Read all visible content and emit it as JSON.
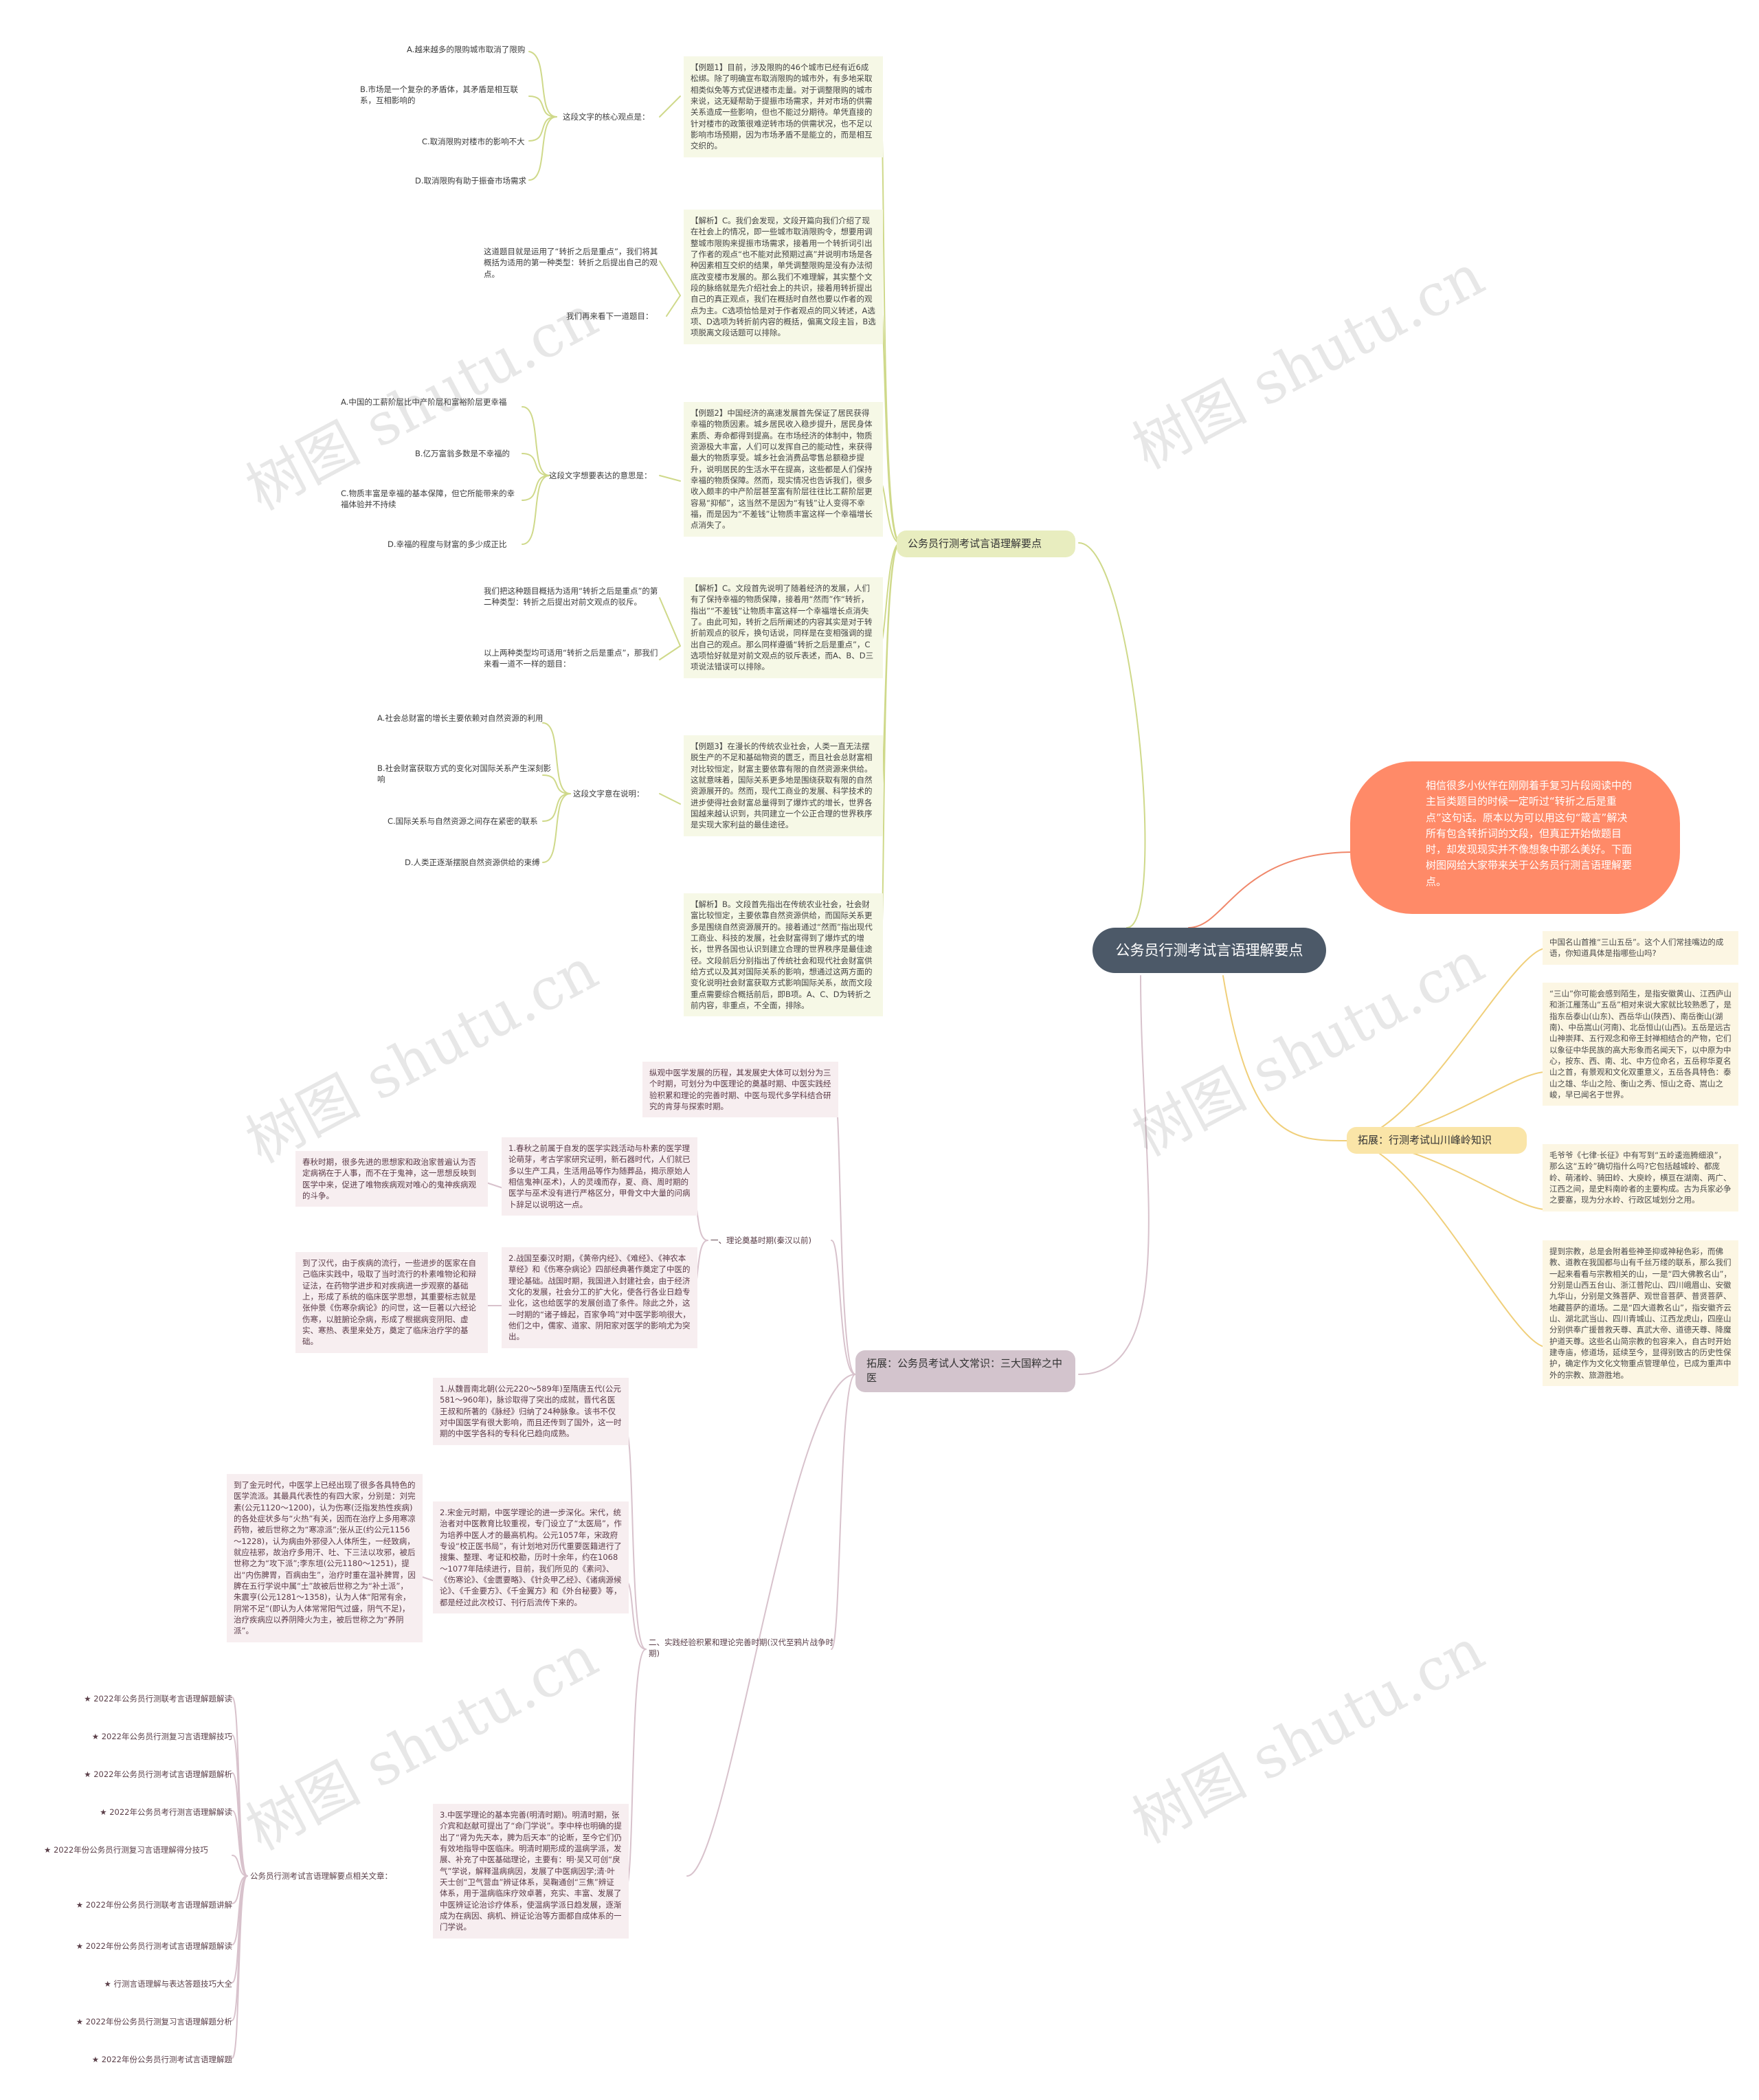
{
  "center": "公务员行测考试言语理解要点",
  "intro": "相信很多小伙伴在刚刚着手复习片段阅读中的主旨类题目的时候一定听过“转折之后是重点”这句话。原本以为可以用这句“箴言”解决所有包含转折词的文段，但真正开始做题目时，却发现现实并不像想象中那么美好。下面树图网给大家带来关于公务员行测言语理解要点。",
  "branch1": {
    "title": "公务员行测考试言语理解要点",
    "ex1": {
      "text": "【例题1】目前，涉及限购的46个城市已经有近6成松绑。除了明确宣布取消限购的城市外，有多地采取相类似免等方式促进楼市走量。对于调整限购的城市来说，这无疑帮助于提振市场需求，并对市场的供需关系造成一些影响，但也不能过分期待。单凭直接的针对楼市的政策很难逆转市场的供需状况，也不足以影响市场预期，因为市场矛盾不是能立的，而是相互交织的。",
      "label": "这段文字的核心观点是：",
      "options": [
        "A.越来越多的限购城市取消了限购",
        "B.市场是一个复杂的矛盾体，其矛盾是相互联系，互相影响的",
        "C.取消限购对楼市的影响不大",
        "D.取消限购有助于振奋市场需求"
      ]
    },
    "an1": {
      "text": "【解析】C。我们会发现，文段开篇向我们介绍了现在社会上的情况，即一些城市取消限购令，想要用调整城市限购来提振市场需求，接着用一个转折词引出了作者的观点“也不能对此预期过高”并说明市场是各种因素相互交织的结果，单凭调整限购是没有办法彻底改变楼市发展的。那么我们不难理解，其实整个文段的脉络就是先介绍社会上的共识，接着用转折提出自己的真正观点，我们在概括时自然也要以作者的观点为主。C选项恰恰是对于作者观点的同义转述，A选项、D选项为转折前内容的概括，偏离文段主旨，B选项脱离文段话题可以排除。",
      "note1": "这道题目就是运用了“转折之后是重点”，我们将其概括为适用的第一种类型：转折之后提出自己的观点。",
      "note2": "我们再来看下一道题目："
    },
    "ex2": {
      "text": "【例题2】中国经济的高速发展首先保证了居民获得幸福的物质因素。城乡居民收入稳步提升，居民身体素质、寿命都得到提高。在市场经济的体制中，物质资源极大丰富，人们可以发挥自己的能动性，来获得最大的物质享受。城乡社会消费品零售总额稳步提升，说明居民的生活水平在提高，这些都是人们保持幸福的物质保障。然而，现实情况也告诉我们，很多收入颇丰的中产阶层甚至富有阶层往往比工薪阶层更容易“抑郁”，这当然不是因为“有钱”让人变得不幸福，而是因为“不差钱”让物质丰富这样一个幸福增长点消失了。",
      "label": "这段文字想要表达的意思是：",
      "options": [
        "A.中国的工薪阶层比中产阶层和富裕阶层更幸福",
        "B.亿万富翁多数是不幸福的",
        "C.物质丰富是幸福的基本保障，但它所能带来的幸福体验并不持续",
        "D.幸福的程度与财富的多少成正比"
      ]
    },
    "an2": {
      "text": "【解析】C。文段首先说明了随着经济的发展，人们有了保持幸福的物质保障，接着用“然而”作“转折，指出”“不差钱”让物质丰富这样一个幸福增长点消失了。由此可知，转折之后所阐述的内容其实是对于转折前观点的驳斥，换句话说，同样是在变相强调的提出自己的观点。那么同样遵循“转折之后是重点”，C选项恰好就是对前文观点的驳斥表述，而A、B、D三项说法错误可以排除。",
      "note1": "我们把这种题目概括为适用“转折之后是重点”的第二种类型：转折之后提出对前文观点的驳斥。",
      "note2": "以上两种类型均可适用“转折之后是重点”，那我们来看一道不一样的题目："
    },
    "ex3": {
      "text": "【例题3】在漫长的传统农业社会，人类一直无法摆脱生产的不足和基础物资的匮乏，而且社会总财富相对比较恒定，财富主要依靠有限的自然资源来供给。这就意味着，国际关系更多地是围绕获取有限的自然资源展开的。然而，现代工商业的发展、科学技术的进步使得社会财富总量得到了爆炸式的增长，世界各国越来越认识到，共同建立一个公正合理的世界秩序是实现大家利益的最佳途径。",
      "label": "这段文字意在说明：",
      "options": [
        "A.社会总财富的增长主要依赖对自然资源的利用",
        "B.社会财富获取方式的变化对国际关系产生深刻影响",
        "C.国际关系与自然资源之间存在紧密的联系",
        "D.人类正逐渐摆脱自然资源供给的束缚"
      ]
    },
    "an3": {
      "text": "【解析】B。文段首先指出在传统农业社会，社会财富比较恒定，主要依靠自然资源供给，而国际关系更多是围绕自然资源展开的。接着通过“然而”指出现代工商业、科技的发展，社会财富得到了爆炸式的增长，世界各国也认识到建立合理的世界秩序是最佳途径。文段前后分别指出了传统社会和现代社会财富供给方式以及其对国际关系的影响，想通过这两方面的变化说明社会财富获取方式影响国际关系，故而文段重点需要综合概括前后，即B项。A、C、D为转折之前内容，非重点，不全面，排除。"
    }
  },
  "branch2": {
    "title": "拓展：公务员考试人文常识：三大国粹之中医",
    "intro": "纵观中医学发展的历程，其发展史大体可以划分为三个时期，可划分为中医理论的奠基时期、中医实践经验积累和理论的完善时期、中医与现代多学科结合研究的肯芽与探索时期。",
    "sec1": {
      "label": "一、理论奠基时期(秦汉以前)",
      "p1": "1.春秋之前属于自发的医学实践活动与朴素的医学理论萌芽，考古学家研究证明，新石器时代，人们就已多以生产工具，生活用品等作为随葬品，揭示原始人相信鬼神(巫术)，人的灵魂而存，夏、商、周时期的医学与巫术没有进行严格区分，甲骨文中大量的问病卜辞足以说明这一点。",
      "p1note": "春秋时期，很多先进的思想家和政治家普遍认为否定病祸在于人事，而不在于鬼神，这一思想反映到医学中来，促进了唯物疾病观对唯心的鬼神疾病观的斗争。",
      "p2": "2.战国至秦汉时期，《黄帝内经》、《难经》、《神农本草经》和《伤寒杂病论》四部经典著作奠定了中医的理论基础。战国时期，我国进入封建社会，由于经济文化的发展，社会分工的扩大化，使各行各业日趋专业化，这也给医学的发展创造了条件。除此之外，这一时期的“诸子蜂起，百家争鸣”对中医学影响很大，他们之中，儒家、道家、阴阳家对医学的影响尤为突出。",
      "p2note": "到了汉代，由于疾病的流行，一些进步的医家在自己临床实践中，吸取了当时流行的朴素唯物论和辩证法，在药物学进步和对疾病进一步观察的基础上，形成了系统的临床医学思想，其重要标志就是张仲景《伤寒杂病论》的问世，这一巨著以六经论伤寒，以脏腑论杂病，形成了根据病变阴阳、虚实、寒热、表里来处方，奠定了临床治疗学的基础。"
    },
    "sec2": {
      "label": "二、实践经验积累和理论完善时期(汉代至鸦片战争时期)",
      "p1": "1.从魏晋南北朝(公元220～589年)至隋唐五代(公元581～960年)，脉诊取得了突出的成就，晋代名医王叔和所著的《脉经》归纳了24种脉象。该书不仅对中国医学有很大影响，而且还传到了国外，这一时期的中医学各科的专科化已趋向成熟。",
      "p2": "2.宋金元时期，中医学理论的进一步深化。宋代，统治者对中医教育比较重视，专门设立了“太医局”，作为培养中医人才的最高机构。公元1057年，宋政府专设“校正医书局”，有计划地对历代重要医籍进行了搜集、整理、考证和校勘，历时十余年，约在1068～1077年陆续进行，目前，我们所见的《素问》、《伤寒论》、《金匮要略》、《针灸甲乙经》、《诸病源候论》、《千金要方》、《千金翼方》和《外台秘要》等，都是经过此次校订、刊行后流传下来的。",
      "p2note": "到了金元时代，中医学上已经出现了很多各具特色的医学流派。其最具代表性的有四大家，分别是：刘完素(公元1120～1200)，认为伤寒(泛指发热性疾病)的各处症状多与“火热”有关，因而在治疗上多用寒凉药物，被后世称之为“寒凉派”;张从正(约公元1156～1228)，认为病由外邪侵入人体所生，一经致病，就应祛邪，故治疗多用汗、吐、下三法以攻邪，被后世称之为“攻下派”;李东垣(公元1180～1251)，提出“内伤脾胃，百病由生”，治疗时重在温补脾胃，因脾在五行学说中属“土”故被后世称之为“补土派”，朱震亨(公元1281～1358)，认为人体“阳常有余，阴常不足”(即认为人体常常阳气过盛，阴气不足)，治疗疾病应以养阴降火为主，被后世称之为“养阴派”。",
      "p3": "3.中医学理论的基本完善(明清时期)。明清时期，张介宾和赵献可提出了“命门学说”。李中梓也明确的提出了“肾为先天本，脾为后天本”的论断，至今它们仍有效地指导中医临床。明清时期形成的温病学派，发展、补充了中医基础理论，主要有：明·吴又可创“戾气”学说，解释温病病因，发展了中医病因学;清·叶天士创“卫气营血”辨证体系，吴鞠通创“三焦”辨证体系，用于温病临床疗效卓著，充实、丰富、发展了中医辨证论治诊疗体系，使温病学派日趋发展，逐渐成为在病因、病机、辨证论治等方面都自成体系的一门学说。"
    },
    "related_label": "公务员行测考试言语理解要点相关文章：",
    "related": [
      "★ 2022年公务员行测联考言语理解题解读",
      "★ 2022年公务员行测复习言语理解技巧",
      "★ 2022年公务员行测考试言语理解题解析",
      "★ 2022年公务员考行测言语理解解读",
      "★ 2022年份公务员行测复习言语理解得分技巧",
      "★ 2022年份公务员行测联考言语理解题讲解",
      "★ 2022年份公务员行测考试言语理解题解读",
      "★ 行测言语理解与表达答题技巧大全",
      "★ 2022年份公务员行测复习言语理解题分析",
      "★ 2022年份公务员行测考试言语理解题"
    ]
  },
  "branch3": {
    "title": "拓展：行测考试山川峰岭知识",
    "p1": "中国名山首推“三山五岳”。这个人们常挂嘴边的成语，你知道具体是指哪些山吗?",
    "p2": "“三山”你可能会感到陌生，是指安徽黄山、江西庐山和浙江雁荡山“五岳”相对来说大家就比较熟悉了，是指东岳泰山(山东)、西岳华山(陕西)、南岳衡山(湖南)、中岳嵩山(河南)、北岳恒山(山西)。五岳是远古山神崇拜、五行观念和帝王封禅相结合的产物，它们以象征中华民族的高大形象而名闻天下，以中原为中心，按东、西、南、北、中方位命名，五岳称华夏名山之首，有景观和文化双重意义，五岳各具特色：泰山之雄、华山之险、衡山之秀、恒山之奇、嵩山之峻，早已闻名于世界。",
    "p3": "毛爷爷《七律·长征》中有写到“五岭逶迤腾细浪”，那么这“五岭”确切指什么吗?它包括越城岭、都庞岭、萌渚岭、骑田岭、大庾岭，横亘在湖南、两广、江西之间，是史料南岭者的主要构成。古为兵家必争之要塞，现为分水岭、行政区域划分之用。",
    "p4": "提到宗教，总是会附着些神圣抑或神秘色彩，而佛教、道教在我国都与山有千丝万缕的联系，那么我们一起来看看与宗教相关的山，一是“四大佛教名山”，分别是山西五台山、浙江普陀山、四川峨眉山、安徽九华山，分别是文殊菩萨、观世音菩萨、普贤菩萨、地藏菩萨的道场。二是“四大道教名山”，指安徽齐云山、湖北武当山、四川青城山、江西龙虎山，四座山分别供奉广援普救天尊、真武大帝、道德天尊、降魔护道天尊。这些名山简宗教的包容来入，自古时开始建寺庙，修道场，延续至今，显得别致古的历史性保护，确定作为文化文物重点管理单位，已成为重声中外的宗教、旅游胜地。"
  },
  "watermarks": [
    "树图 shutu.cn",
    "树图 shutu.cn",
    "树图 shutu.cn",
    "树图 shutu.cn",
    "树图 shutu.cn",
    "树图 shutu.cn"
  ],
  "colors": {
    "center": "#4c5968",
    "intro": "#ff8a68",
    "branch1": "#e8edbf",
    "branch2": "#d3c4cd",
    "branch3": "#fae5a8",
    "line1": "#cfd98a",
    "line2": "#d8c2cc",
    "line3": "#f0cf7a",
    "line_intro": "#f0876a"
  }
}
